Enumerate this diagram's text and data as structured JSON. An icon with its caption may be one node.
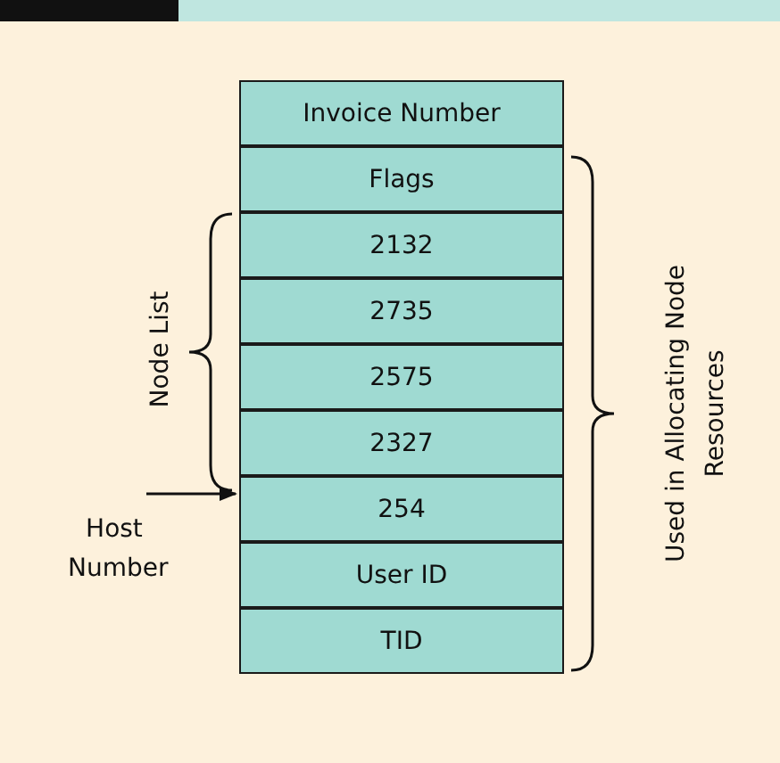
{
  "diagram": {
    "nodes": [
      {
        "text": [
          "Invoice Number"
        ]
      },
      {
        "text": [
          "Flags"
        ]
      },
      {
        "text": [
          "2132"
        ]
      },
      {
        "text": [
          "2735"
        ]
      },
      {
        "text": [
          "2575"
        ]
      },
      {
        "text": [
          "2327"
        ]
      },
      {
        "text": [
          "254"
        ]
      },
      {
        "text": [
          "User ID"
        ]
      },
      {
        "text": [
          "TID"
        ]
      },
      {
        "text": [
          "Host Number"
        ]
      }
    ],
    "edges": [
      {
        "from": 9,
        "to": 6,
        "arrow": "to"
      }
    ],
    "labels": [
      "Node List",
      "Used in Allocating Node Resources"
    ]
  }
}
